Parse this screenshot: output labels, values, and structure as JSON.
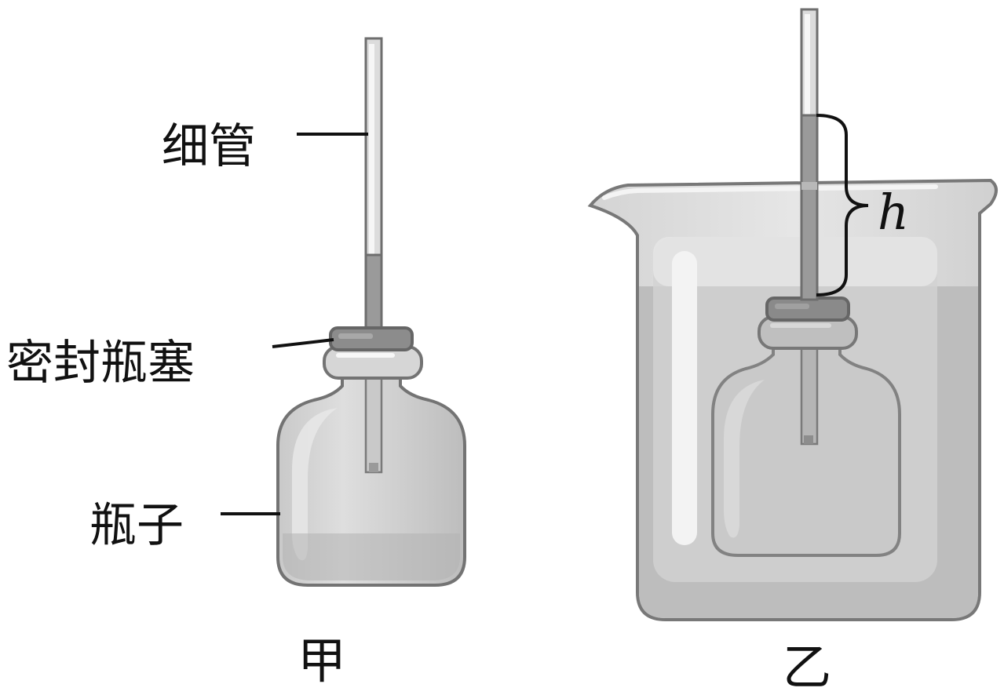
{
  "figure_a": {
    "tube_label": "细管",
    "stopper_label": "密封瓶塞",
    "bottle_label": "瓶子",
    "caption": "甲"
  },
  "figure_b": {
    "height_symbol": "h",
    "caption": "乙"
  },
  "colors": {
    "outline": "#707070",
    "glass_light": "#d7d7d7",
    "glass_mid": "#c4c4c4",
    "stopper": "#8a8a8a",
    "water": "#bdbdbd",
    "beaker_glass": "#dedede",
    "highlight": "#f4f4f4",
    "text": "#111111"
  }
}
